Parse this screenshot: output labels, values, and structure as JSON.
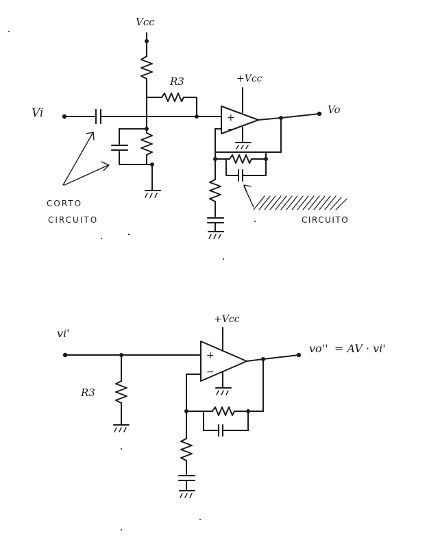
{
  "top_circuit": {
    "vcc_label": "Vcc",
    "r3_label": "R3",
    "opamp_vcc_label": "+Vcc",
    "input_label": "Vi",
    "output_label": "Vo",
    "plus_sign": "+",
    "minus_sign": "−",
    "annotation_left_line1": "CORTO",
    "annotation_left_line2": "CIRCUITO",
    "annotation_right": "CIRCUITO"
  },
  "bottom_circuit": {
    "input_label": "vi'",
    "opamp_vcc_label": "+Vcc",
    "r3_label": "R3",
    "output_label": "vo''",
    "output_equation": "= AV · vi'",
    "plus_sign": "+",
    "minus_sign": "−"
  }
}
